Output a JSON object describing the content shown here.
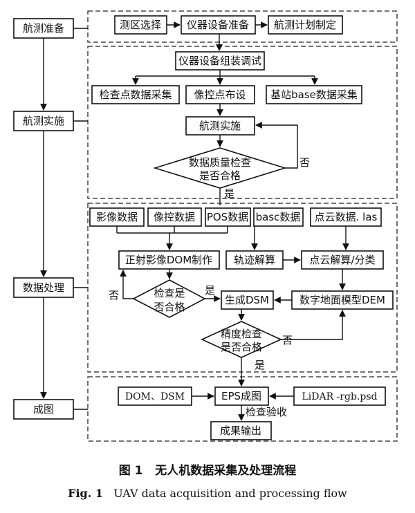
{
  "stages": {
    "prep": "航测准备",
    "implement": "航测实施",
    "process": "数据处理",
    "mapping": "成图"
  },
  "prep": {
    "area": "测区选择",
    "equip": "仪器设备准备",
    "plan": "航测计划制定"
  },
  "impl": {
    "assemble": "仪器设备组装调试",
    "check_pts": "检查点数据采集",
    "control_pts": "像控点布设",
    "base_station": "基站base数据采集",
    "flight": "航测实施",
    "quality_l1": "数据质量检查",
    "quality_l2": "是否合格",
    "no": "否",
    "yes": "是"
  },
  "proc": {
    "image": "影像数据",
    "control": "像控数据",
    "pos": "POS数据",
    "basc": "basc数据",
    "cloud": "点云数据. las",
    "dom": "正射影像DOM制作",
    "track": "轨迹解算",
    "cloud_solve": "点云解算/分类",
    "check_l1": "检查是",
    "check_l2": "否合格",
    "no": "否",
    "yes": "是",
    "dsm": "生成DSM",
    "dem": "数字地面模型DEM",
    "acc_l1": "精度检查",
    "acc_l2": "是否合格",
    "no2": "否",
    "yes2": "是"
  },
  "map": {
    "dom_dsm": "DOM、DSM",
    "eps": "EPS成图",
    "lidar": "LiDAR -rgb.psd",
    "accept": "检查验收",
    "output": "成果输出"
  },
  "caption": {
    "cn_num": "图 1",
    "cn": "无人机数据采集及处理流程",
    "en_num": "Fig. 1",
    "en": "UAV data acquisition and processing flow"
  }
}
